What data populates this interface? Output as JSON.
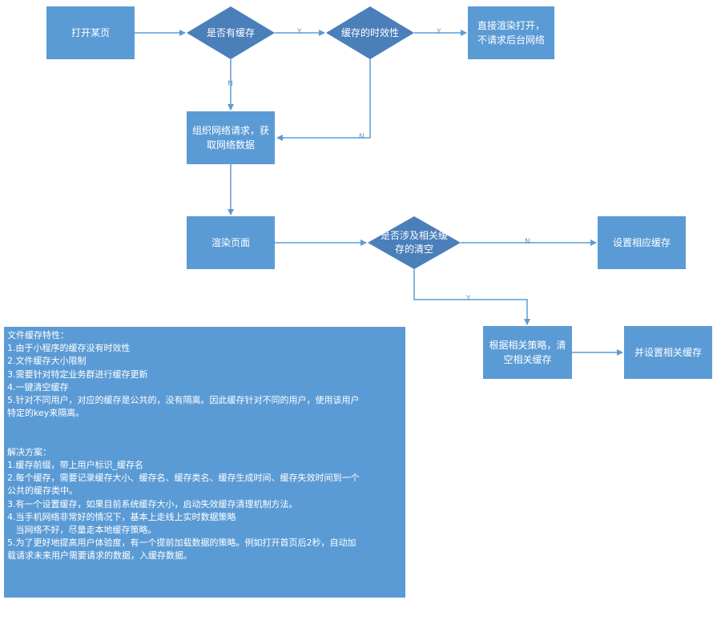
{
  "nodes": {
    "open_page": "打开某页",
    "has_cache": "是否有缓存",
    "cache_validity": "缓存的时效性",
    "render_direct": "直接渲染打开，不请求后台网络",
    "fetch_network": "组织网络请求，获取网络数据",
    "render_page": "渲染页面",
    "cache_clear_q": "是否涉及相关缓存的清空",
    "set_cache": "设置相应缓存",
    "clear_by_strategy": "根据相关策略，清空相关缓存",
    "set_related_cache": "并设置相关缓存"
  },
  "edge_labels": {
    "cache_yes": "Y",
    "valid_yes": "Y",
    "cache_no": "N",
    "valid_no": "N",
    "clear_no": "N",
    "clear_yes": "Y"
  },
  "notes": {
    "lines": [
      "文件缓存特性：",
      "1.由于小程序的缓存没有时效性",
      "2.文件缓存大小限制",
      "3.需要针对特定业务群进行缓存更新",
      "4.一键清空缓存",
      "5.针对不同用户，对应的缓存是公共的，没有隔离。因此缓存针对不同的用户，使用该用户",
      "特定的key来隔离。",
      "",
      "",
      "解决方案：",
      "1.缓存前缀，带上用户标识_缓存名",
      "2.每个缓存，需要记录缓存大小、缓存名、缓存类名、缓存生成时间、缓存失效时间到一个",
      "公共的缓存类中。",
      "3.有一个设置缓存，如果目前系统缓存大小，启动失效缓存清理机制方法。",
      "4.当手机网络非常好的情况下，基本上走线上实时数据策略",
      "   当网络不好，尽量走本地缓存策略。",
      "5.为了更好地提高用户体验度，有一个提前加载数据的策略。例如打开首页后2秒，自动加",
      "载请求未来用户需要请求的数据，入缓存数据。"
    ]
  },
  "colors": {
    "fill_box": "#5b9bd5",
    "fill_diamond": "#4a7fba",
    "edge": "#5b9bd5"
  }
}
